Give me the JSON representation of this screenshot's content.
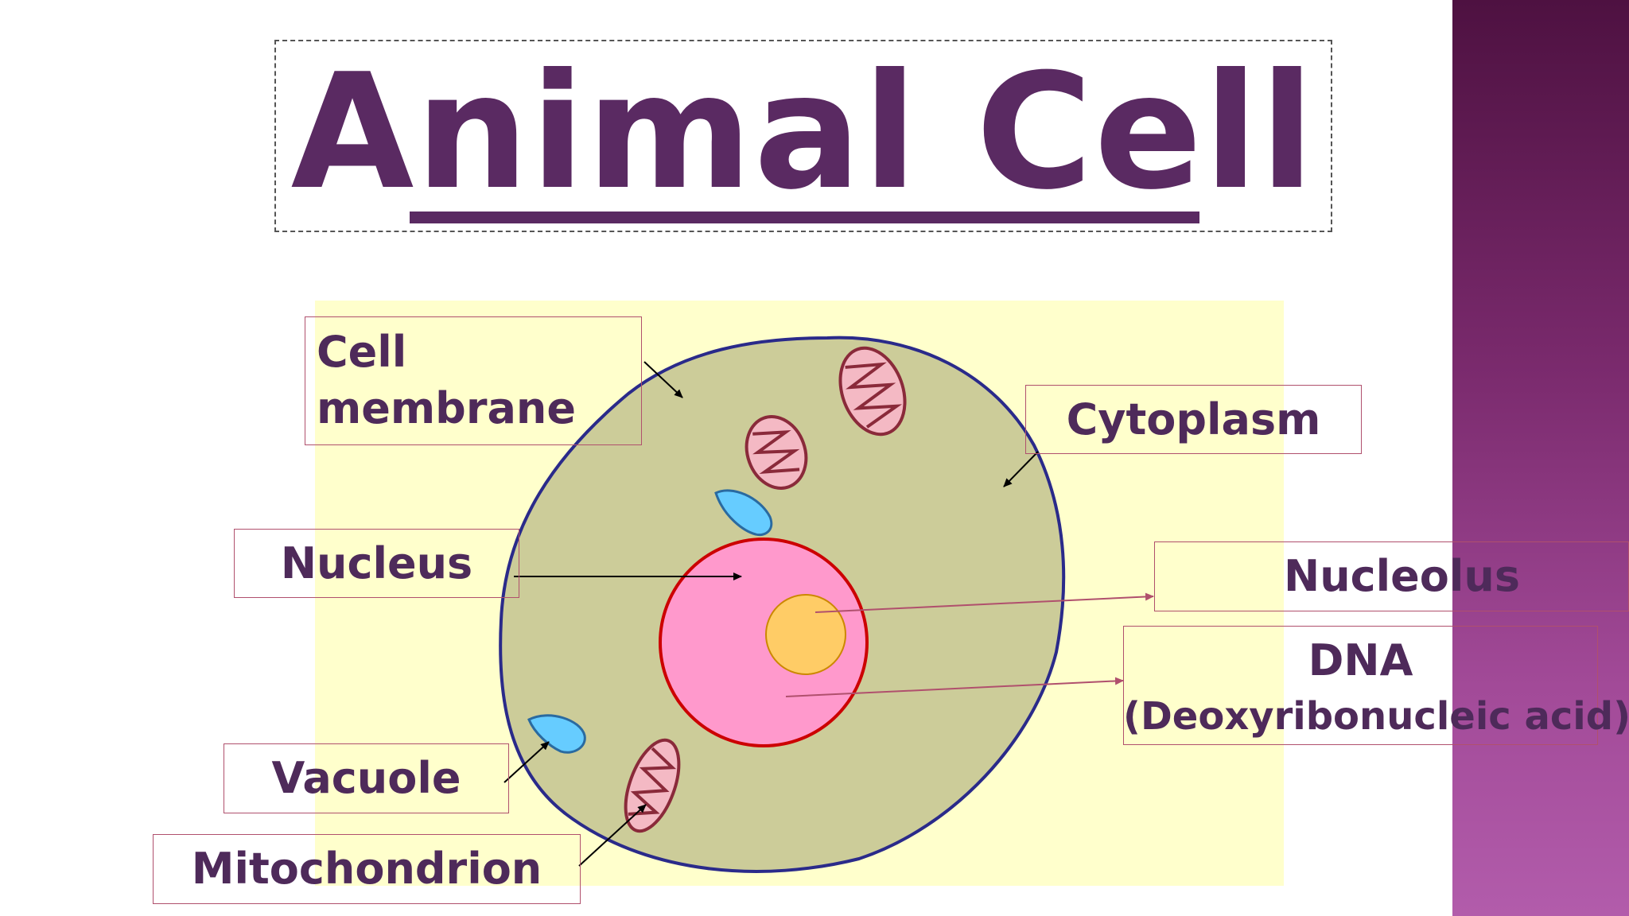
{
  "title": "Animal Cell",
  "labels": {
    "cell_membrane_line1": "Cell",
    "cell_membrane_line2": "membrane",
    "cytoplasm": "Cytoplasm",
    "nucleus": "Nucleus",
    "nucleolus": "Nucleolus",
    "dna": "DNA",
    "dna_full": "(Deoxyribonucleic acid)",
    "vacuole": "Vacuole",
    "mitochondrion": "Mitochondrion"
  },
  "colors": {
    "title": "#5a2a62",
    "label_text": "#4e2a5a",
    "label_border": "#b0506d",
    "backdrop": "#ffffcc",
    "cytoplasm": "#cccc99",
    "membrane": "#2a2a8a",
    "nucleus": "#ff99cc",
    "nucleus_border": "#cc0000",
    "nucleolus": "#ffcc66",
    "vacuole": "#66ccff",
    "mitochondrion": "#f4b9c4",
    "mitochondrion_border": "#8a2a3a",
    "side_bar": "#7a2a6d"
  }
}
